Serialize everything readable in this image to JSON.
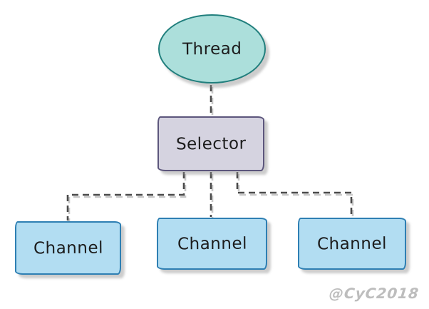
{
  "diagram": {
    "type": "flowchart",
    "background": "#ffffff",
    "text_color": "#1c1c1c",
    "nodes": {
      "thread": {
        "label": "Thread",
        "shape": "ellipse",
        "fill": "#acdfdb",
        "border": "#217f7d"
      },
      "selector": {
        "label": "Selector",
        "shape": "rectangle",
        "fill": "#d5d3e0",
        "border": "#5c567c"
      },
      "channels": [
        {
          "label": "Channel",
          "shape": "rectangle",
          "fill": "#b2ddf2",
          "border": "#2e7fb3"
        },
        {
          "label": "Channel",
          "shape": "rectangle",
          "fill": "#b2ddf2",
          "border": "#2e7fb3"
        },
        {
          "label": "Channel",
          "shape": "rectangle",
          "fill": "#b2ddf2",
          "border": "#2e7fb3"
        }
      ]
    },
    "edges": [
      {
        "from": "thread",
        "to": "selector",
        "style": "dashed"
      },
      {
        "from": "selector",
        "to": "channel-1",
        "style": "dashed"
      },
      {
        "from": "selector",
        "to": "channel-2",
        "style": "dashed"
      },
      {
        "from": "selector",
        "to": "channel-3",
        "style": "dashed"
      }
    ],
    "edge_style": {
      "color": "#4a4a4a",
      "shadow_color": "#c9c9c9"
    },
    "watermark": {
      "text": "@CyC2018",
      "color": "#bdbdbd"
    }
  }
}
